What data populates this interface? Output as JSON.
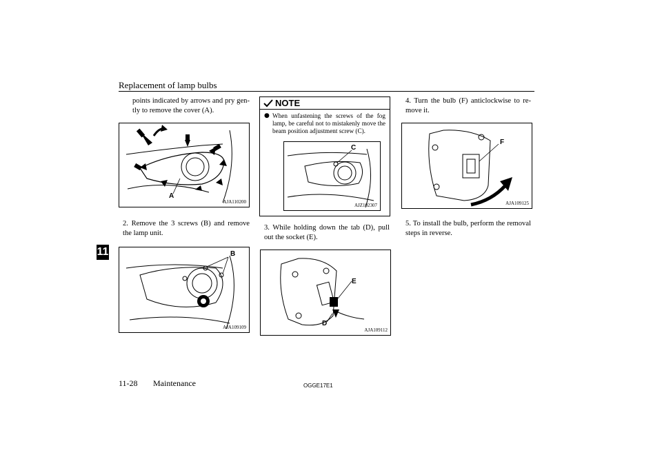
{
  "header": {
    "title": "Replacement of lamp bulbs"
  },
  "side_tab": "11",
  "col1": {
    "intro": "points indicated by arrows and pry gen-tly to remove the cover (A).",
    "fig1": {
      "code": "AJA110200",
      "label": "A"
    },
    "step2": "2. Remove the 3 screws (B) and remove the lamp unit.",
    "fig2": {
      "code": "AJA109109",
      "label": "B"
    }
  },
  "col2": {
    "note": {
      "heading": "NOTE",
      "bullet": "When unfastening the screws of the fog lamp, be careful not to mistakenly move the beam position adjustment screw (C).",
      "fig": {
        "code": "AJZ102307",
        "label": "C"
      }
    },
    "step3": "3. While holding down the tab (D), pull out the socket (E).",
    "fig3": {
      "code": "AJA109112",
      "label_e": "E",
      "label_d": "D"
    }
  },
  "col3": {
    "step4": "4. Turn the bulb (F) anticlockwise to re-move it.",
    "fig4": {
      "code": "AJA109125",
      "label": "F"
    },
    "step5": "5. To install the bulb, perform the removal steps in reverse."
  },
  "footer": {
    "page": "11-28",
    "section": "Maintenance",
    "doc_code": "OGGE17E1"
  }
}
